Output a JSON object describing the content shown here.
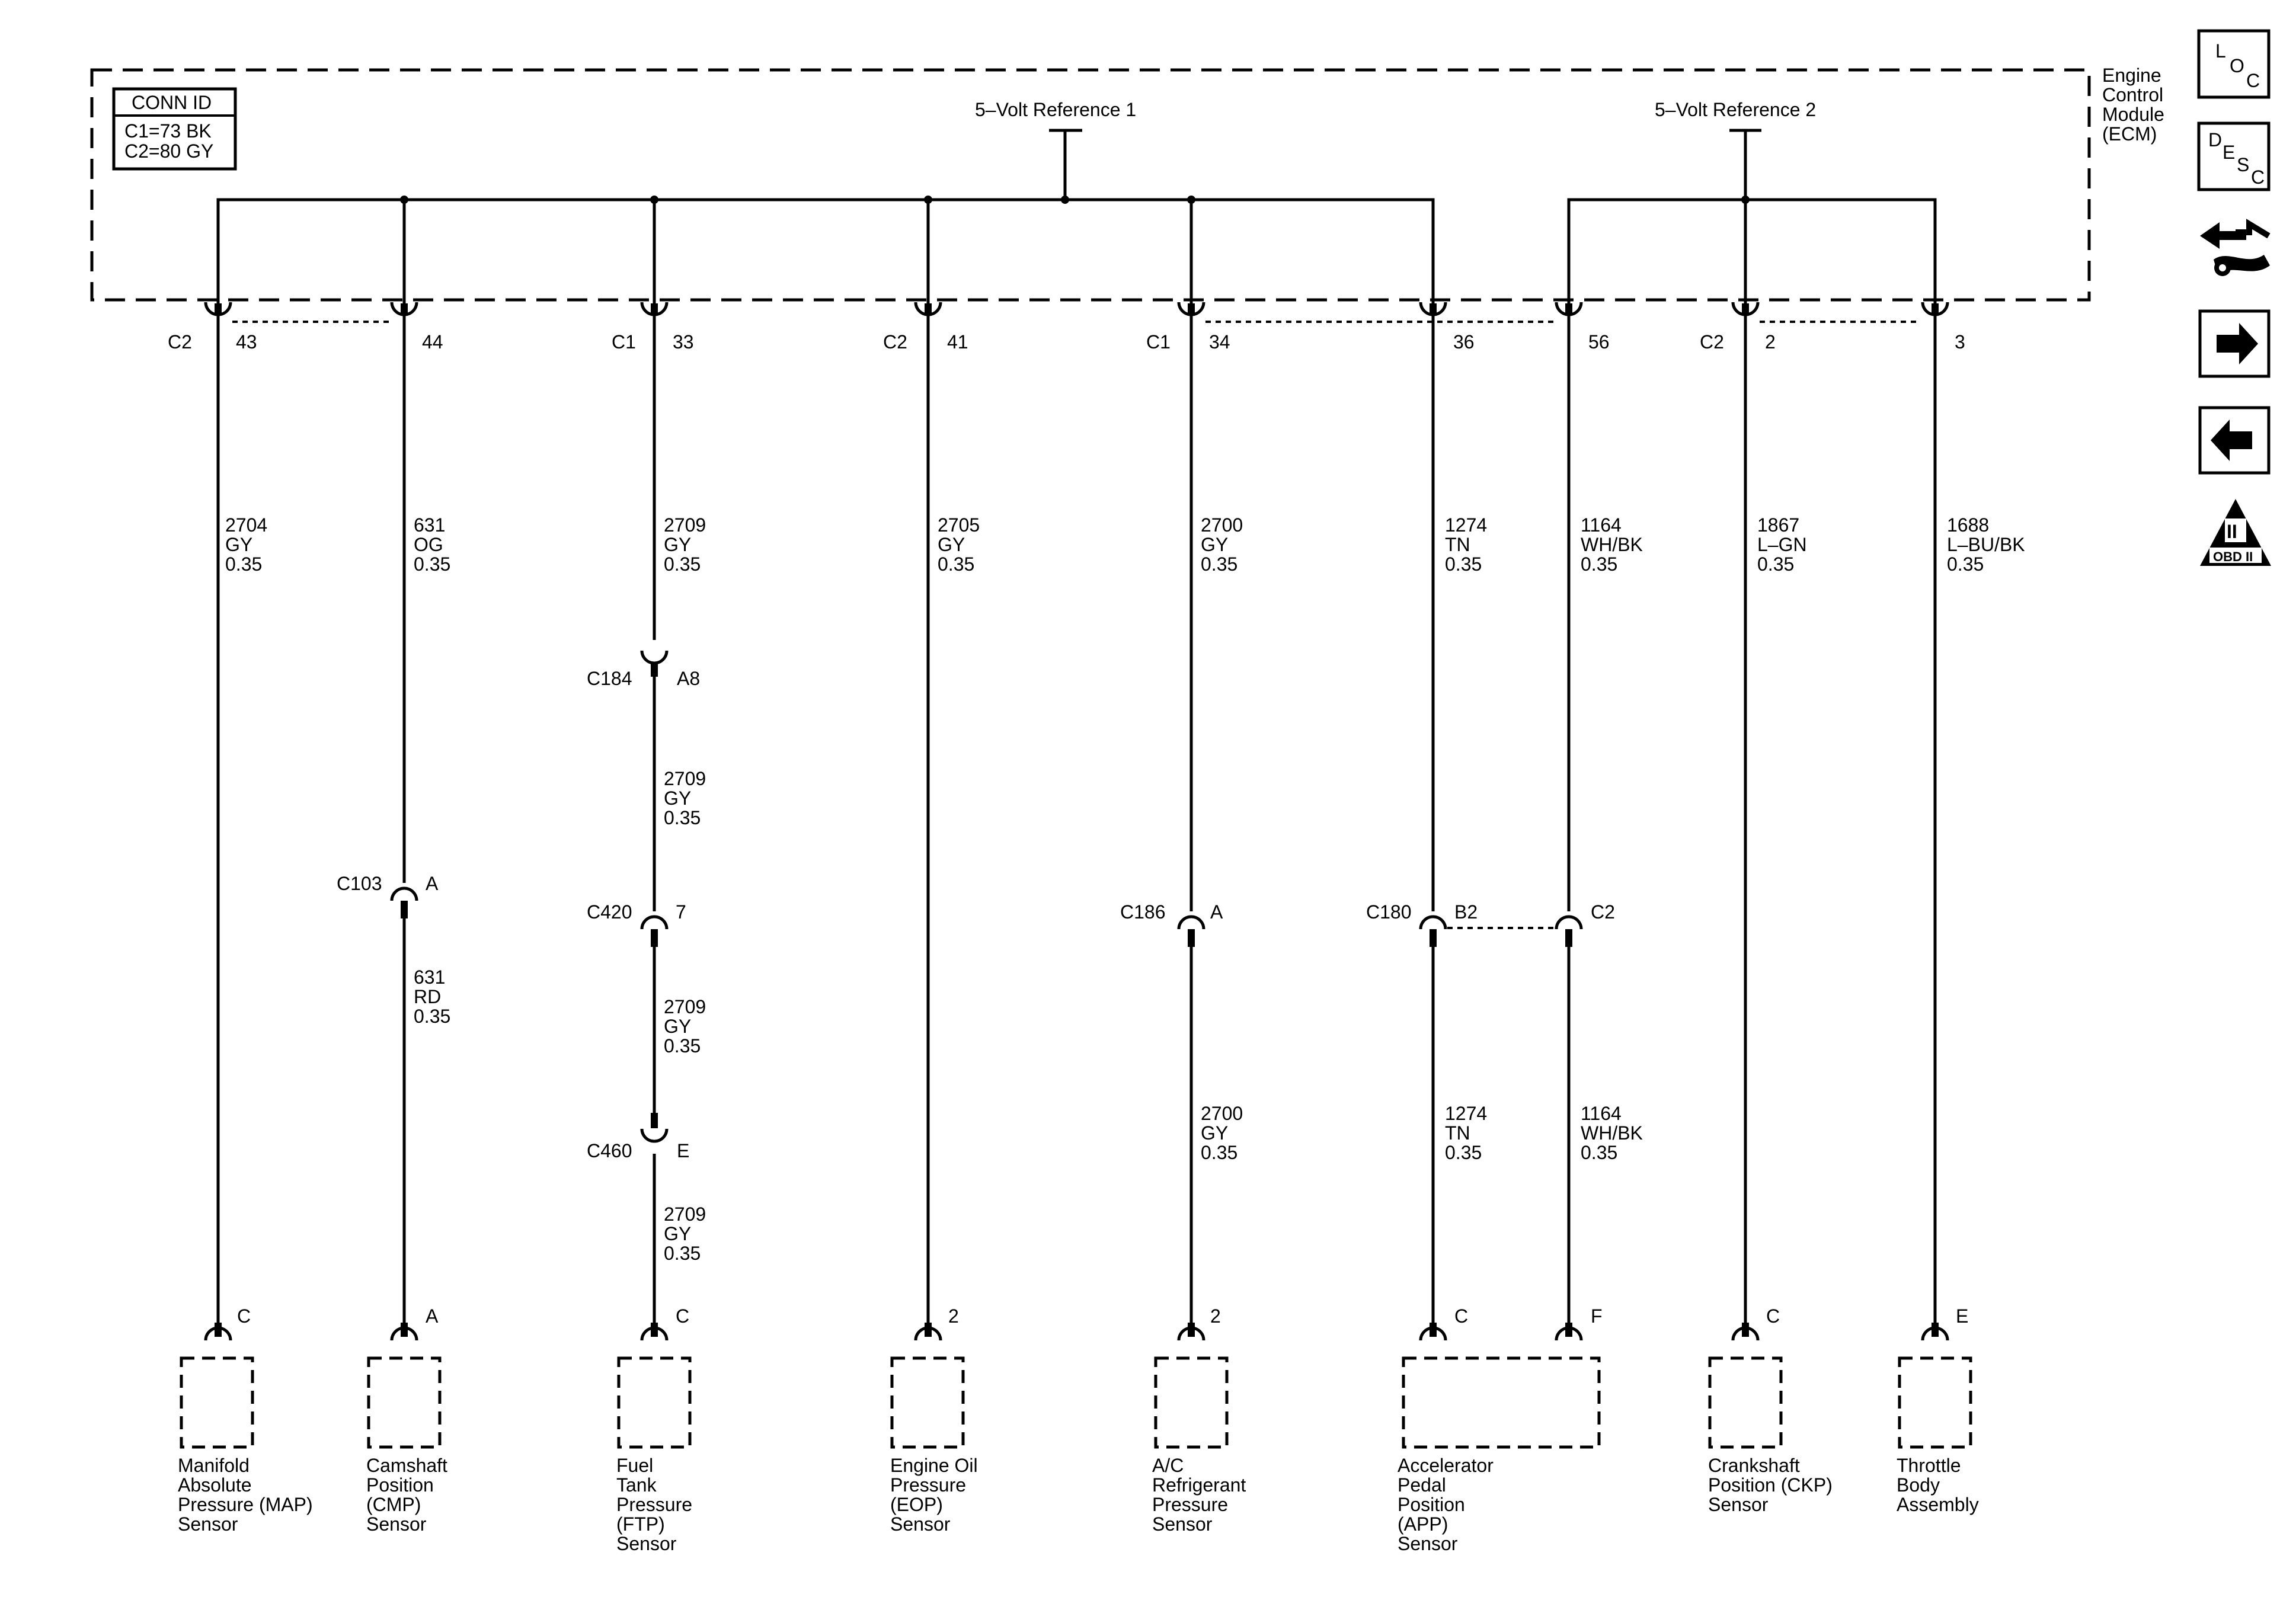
{
  "conn_id": {
    "title": "CONN ID",
    "lines": [
      "C1=73 BK",
      "C2=80 GY"
    ]
  },
  "module": {
    "label_lines": [
      "Engine",
      "Control",
      "Module",
      "(ECM)"
    ]
  },
  "references": [
    {
      "label": "5–Volt Reference 1"
    },
    {
      "label": "5–Volt Reference 2"
    }
  ],
  "ecm_pins": [
    {
      "conn": "C2",
      "pin": "43"
    },
    {
      "conn": "",
      "pin": "44"
    },
    {
      "conn": "C1",
      "pin": "33"
    },
    {
      "conn": "C2",
      "pin": "41"
    },
    {
      "conn": "C1",
      "pin": "34"
    },
    {
      "conn": "",
      "pin": "36"
    },
    {
      "conn": "",
      "pin": "56"
    },
    {
      "conn": "C2",
      "pin": "2"
    },
    {
      "conn": "",
      "pin": "3"
    }
  ],
  "wire_labels": [
    [
      "2704",
      "GY",
      "0.35"
    ],
    [
      "631",
      "OG",
      "0.35"
    ],
    [
      "2709",
      "GY",
      "0.35"
    ],
    [
      "2705",
      "GY",
      "0.35"
    ],
    [
      "2700",
      "GY",
      "0.35"
    ],
    [
      "1274",
      "TN",
      "0.35"
    ],
    [
      "1164",
      "WH/BK",
      "0.35"
    ],
    [
      "1867",
      "L–GN",
      "0.35"
    ],
    [
      "1688",
      "L–BU/BK",
      "0.35"
    ],
    [
      "2709",
      "GY",
      "0.35"
    ],
    [
      "631",
      "RD",
      "0.35"
    ],
    [
      "2709",
      "GY",
      "0.35"
    ],
    [
      "2709",
      "GY",
      "0.35"
    ],
    [
      "2700",
      "GY",
      "0.35"
    ],
    [
      "1274",
      "TN",
      "0.35"
    ],
    [
      "1164",
      "WH/BK",
      "0.35"
    ]
  ],
  "inline_connectors": [
    {
      "name": "C184",
      "pin": "A8"
    },
    {
      "name": "C103",
      "pin": "A"
    },
    {
      "name": "C420",
      "pin": "7"
    },
    {
      "name": "C460",
      "pin": "E"
    },
    {
      "name": "C186",
      "pin": "A"
    },
    {
      "name": "C180",
      "pin": "B2"
    },
    {
      "name": "",
      "pin": "C2"
    }
  ],
  "sensor_pins": [
    "C",
    "A",
    "C",
    "2",
    "2",
    "C",
    "F",
    "C",
    "E"
  ],
  "components": [
    {
      "lines": [
        "Manifold",
        "Absolute",
        "Pressure (MAP)",
        "Sensor"
      ]
    },
    {
      "lines": [
        "Camshaft",
        "Position",
        "(CMP)",
        "Sensor"
      ]
    },
    {
      "lines": [
        "Fuel",
        "Tank",
        "Pressure",
        "(FTP)",
        "Sensor"
      ]
    },
    {
      "lines": [
        "Engine Oil",
        "Pressure",
        "(EOP)",
        "Sensor"
      ]
    },
    {
      "lines": [
        "A/C",
        "Refrigerant",
        "Pressure",
        "Sensor"
      ]
    },
    {
      "lines": [
        "Accelerator",
        "Pedal",
        "Position",
        "(APP)",
        "Sensor"
      ]
    },
    {
      "lines": [
        "Crankshaft",
        "Position (CKP)",
        "Sensor"
      ]
    },
    {
      "lines": [
        "Throttle",
        "Body",
        "Assembly"
      ]
    }
  ],
  "nav_icons": [
    {
      "icon": "loc-icon",
      "chars": [
        "L",
        "O",
        "C"
      ]
    },
    {
      "icon": "desc-icon",
      "chars": [
        "D",
        "E",
        "S",
        "C"
      ]
    },
    {
      "icon": "schematic-wrench-icon"
    },
    {
      "icon": "arrow-right-icon"
    },
    {
      "icon": "arrow-left-icon"
    },
    {
      "icon": "obd-ii-icon",
      "numeral": "II",
      "text": "OBD II"
    }
  ]
}
